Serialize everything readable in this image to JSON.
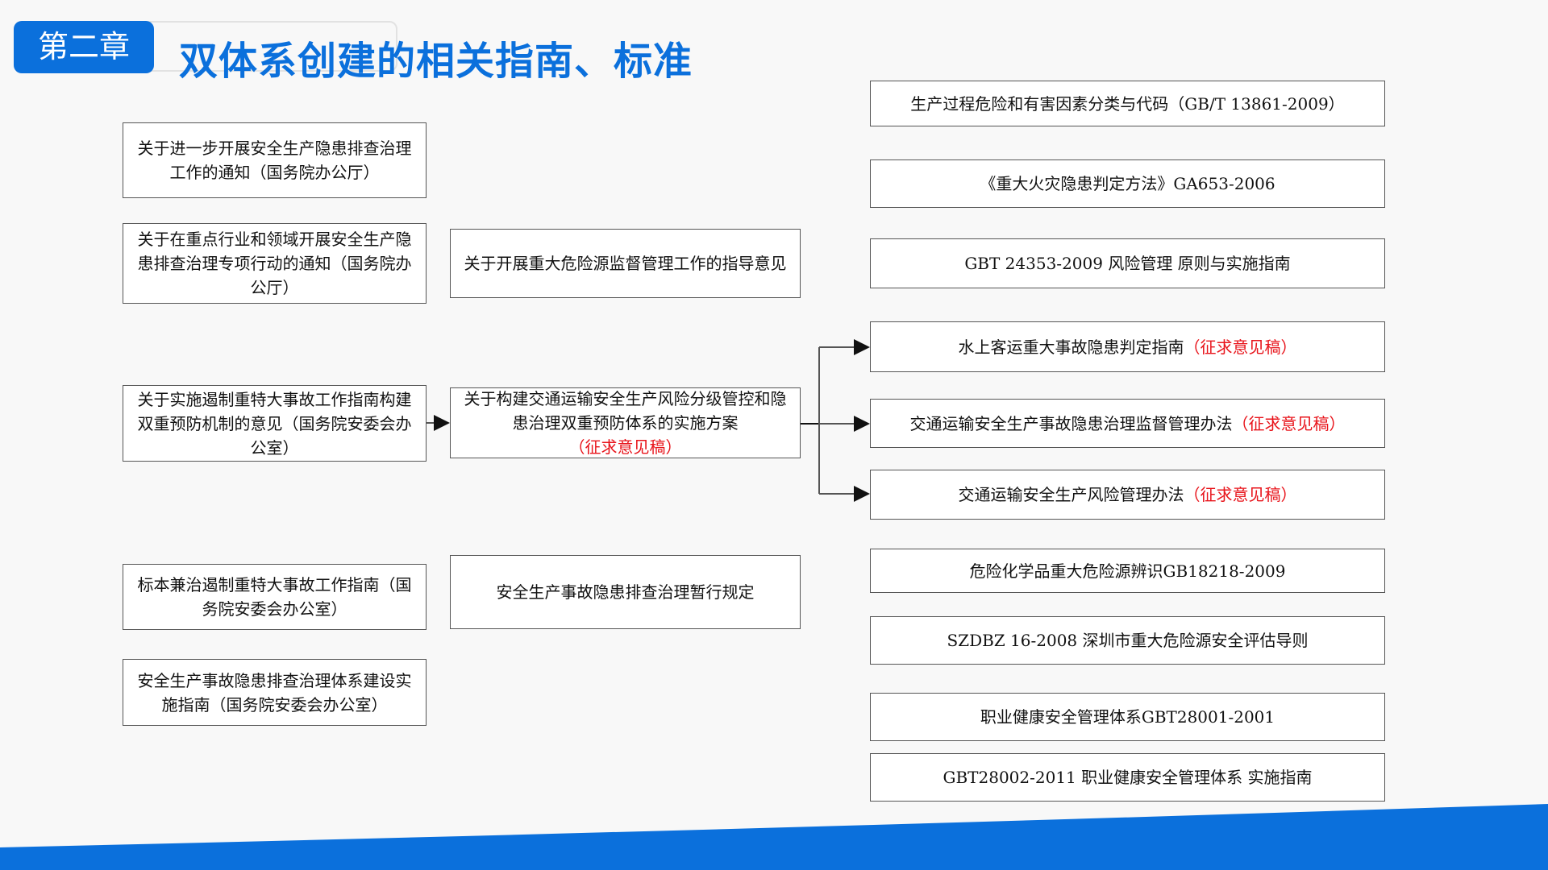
{
  "header": {
    "chapter": "第二章",
    "title": "双体系创建的相关指南、标准"
  },
  "colors": {
    "accent": "#0b70dc",
    "draft": "#e8141b"
  },
  "left_column": [
    {
      "text": "关于进一步开展安全生产隐患排查治理工作的通知（国务院办公厅）"
    },
    {
      "text": "关于在重点行业和领域开展安全生产隐患排查治理专项行动的通知（国务院办公厅）"
    },
    {
      "text": "关于实施遏制重特大事故工作指南构建双重预防机制的意见（国务院安委会办公室）"
    },
    {
      "text": "标本兼治遏制重特大事故工作指南（国务院安委会办公室）"
    },
    {
      "text": "安全生产事故隐患排查治理体系建设实施指南（国务院安委会办公室）"
    }
  ],
  "middle_column": [
    {
      "text": "关于开展重大危险源监督管理工作的指导意见"
    },
    {
      "text": "关于构建交通运输安全生产风险分级管控和隐患治理双重预防体系的实施方案",
      "note": "（征求意见稿）"
    },
    {
      "text": "安全生产事故隐患排查治理暂行规定"
    }
  ],
  "right_column": [
    {
      "text": "生产过程危险和有害因素分类与代码（GB/T 13861-2009）"
    },
    {
      "text": "《重大火灾隐患判定方法》GA653-2006"
    },
    {
      "text": "GBT 24353-2009 风险管理 原则与实施指南"
    },
    {
      "text": "水上客运重大事故隐患判定指南",
      "note": "（征求意见稿）"
    },
    {
      "text": "交通运输安全生产事故隐患治理监督管理办法",
      "note": "（征求意见稿）"
    },
    {
      "text": "交通运输安全生产风险管理办法",
      "note": "（征求意见稿）"
    },
    {
      "text": "危险化学品重大危险源辨识GB18218-2009"
    },
    {
      "text": "SZDBZ 16-2008 深圳市重大危险源安全评估导则"
    },
    {
      "text": "职业健康安全管理体系GBT28001-2001"
    },
    {
      "text": "GBT28002-2011 职业健康安全管理体系 实施指南"
    }
  ]
}
